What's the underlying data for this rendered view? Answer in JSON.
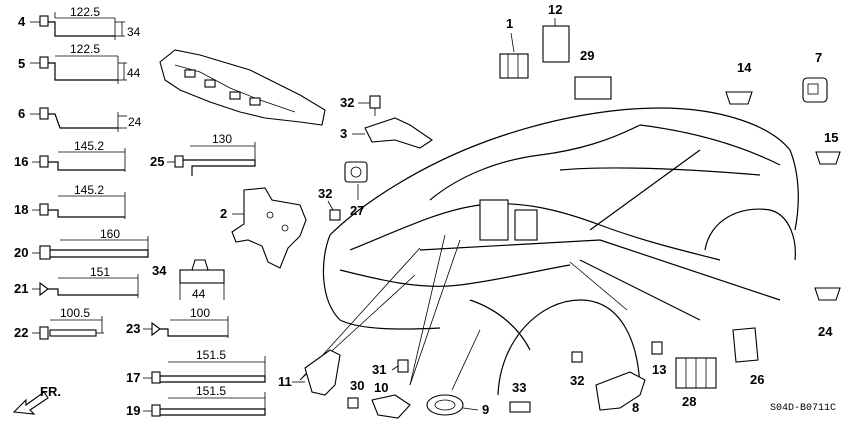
{
  "diagram_code": "S04D-B0711C",
  "direction_label": "FR.",
  "callouts": [
    "1",
    "2",
    "3",
    "4",
    "5",
    "6",
    "7",
    "8",
    "9",
    "10",
    "11",
    "12",
    "13",
    "14",
    "15",
    "16",
    "17",
    "18",
    "19",
    "20",
    "21",
    "22",
    "23",
    "24",
    "25",
    "26",
    "27",
    "28",
    "29",
    "30",
    "31",
    "32",
    "33",
    "34"
  ],
  "dimensions": {
    "d4_len": "122.5",
    "d4_h": "34",
    "d5_len": "122.5",
    "d5_h": "44",
    "d6_h": "24",
    "d16_len": "145.2",
    "d18_len": "145.2",
    "d20_len": "160",
    "d21_len": "151",
    "d22_len": "100.5",
    "d23_len": "100",
    "d25_len": "130",
    "d17_len": "151.5",
    "d19_len": "151.5",
    "d34_len": "44"
  }
}
